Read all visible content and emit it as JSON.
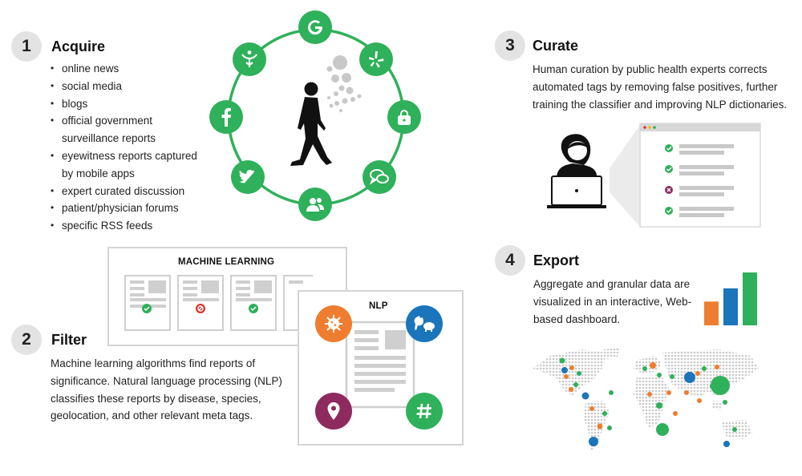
{
  "sections": {
    "acquire": {
      "number": "1",
      "title": "Acquire",
      "items": [
        "online news",
        "social media",
        "blogs",
        "official government surveillance reports",
        "eyewitness reports captured by mobile apps",
        "expert curated discussion",
        "patient/physician forums",
        "specific RSS feeds"
      ]
    },
    "filter": {
      "number": "2",
      "title": "Filter",
      "text": "Machine learning algorithms find reports of significance. Natural language processing (NLP) classifies these reports by disease, species, geolocation, and other relevant meta tags."
    },
    "curate": {
      "number": "3",
      "title": "Curate",
      "text": "Human curation by public health experts corrects automated tags by removing false positives, further training the classifier and improving NLP dictionaries."
    },
    "export": {
      "number": "4",
      "title": "Export",
      "text": "Aggregate and granular data are visualized in an interactive, Web-based dashboard."
    }
  },
  "ml_box": {
    "title": "MACHINE LEARNING"
  },
  "nlp_box": {
    "title": "NLP"
  },
  "source_icons": [
    "google-icon",
    "yelp-icon",
    "lock-icon",
    "chat-icon",
    "users-icon",
    "twitter-icon",
    "facebook-icon",
    "health-icon"
  ],
  "nlp_icons": [
    "virus-icon",
    "animals-icon",
    "location-icon",
    "hashtag-icon"
  ],
  "bar_values": [
    0.45,
    0.7,
    1.0
  ],
  "colors": {
    "green": "#2fb05a",
    "orange": "#ef7d2f",
    "blue": "#1a75bb",
    "purple": "#8e2a5d",
    "gray": "#e3e3e3"
  }
}
